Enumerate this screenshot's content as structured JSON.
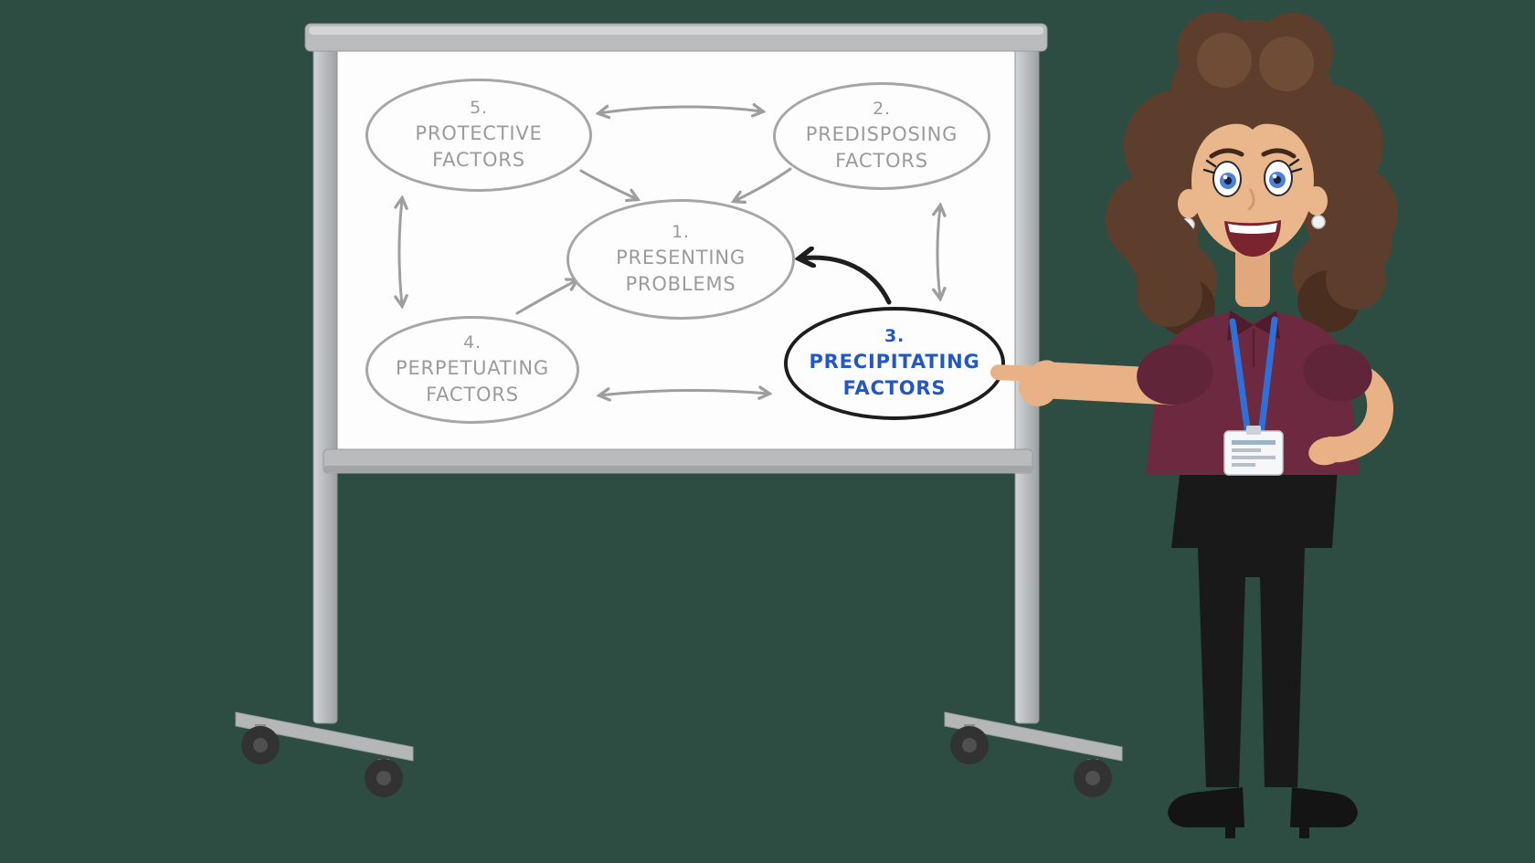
{
  "background_color": "#2d4c42",
  "whiteboard": {
    "frame_color": "#b9bbbd",
    "surface_color": "#fdfdfd"
  },
  "diagram": {
    "nodes": [
      {
        "id": "presenting-problems",
        "number": "1.",
        "line1": "PRESENTING",
        "line2": "PROBLEMS",
        "text_color": "#9b9b9b",
        "border_color": "#a6a6a6",
        "highlighted": false
      },
      {
        "id": "predisposing-factors",
        "number": "2.",
        "line1": "PREDISPOSING",
        "line2": "FACTORS",
        "text_color": "#9b9b9b",
        "border_color": "#a6a6a6",
        "highlighted": false
      },
      {
        "id": "precipitating-factors",
        "number": "3.",
        "line1": "PRECIPITATING",
        "line2": "FACTORS",
        "text_color": "#2257c5",
        "border_color": "#1d1d1d",
        "highlighted": true
      },
      {
        "id": "perpetuating-factors",
        "number": "4.",
        "line1": "PERPETUATING",
        "line2": "FACTORS",
        "text_color": "#9b9b9b",
        "border_color": "#a6a6a6",
        "highlighted": false
      },
      {
        "id": "protective-factors",
        "number": "5.",
        "line1": "PROTECTIVE",
        "line2": "FACTORS",
        "text_color": "#9b9b9b",
        "border_color": "#a6a6a6",
        "highlighted": false
      }
    ],
    "edges": [
      {
        "from": "protective-factors",
        "to": "predisposing-factors",
        "arrows": "both",
        "color": "#9e9e9e"
      },
      {
        "from": "protective-factors",
        "to": "presenting-problems",
        "arrows": "end",
        "color": "#9e9e9e"
      },
      {
        "from": "predisposing-factors",
        "to": "presenting-problems",
        "arrows": "end",
        "color": "#9e9e9e"
      },
      {
        "from": "protective-factors",
        "to": "perpetuating-factors",
        "arrows": "both",
        "color": "#9e9e9e"
      },
      {
        "from": "predisposing-factors",
        "to": "precipitating-factors",
        "arrows": "both",
        "color": "#9e9e9e"
      },
      {
        "from": "perpetuating-factors",
        "to": "presenting-problems",
        "arrows": "end",
        "color": "#9e9e9e"
      },
      {
        "from": "perpetuating-factors",
        "to": "precipitating-factors",
        "arrows": "both",
        "color": "#9e9e9e"
      },
      {
        "from": "precipitating-factors",
        "to": "presenting-problems",
        "arrows": "end",
        "color": "#1e1e1e",
        "emphasis": true
      }
    ]
  },
  "presenter": {
    "description": "Cartoon woman with brown curly hair, maroon polo shirt, blue lanyard with ID badge, black trousers and heels, pointing at the highlighted precipitating-factors ellipse",
    "shirt_color": "#6d2940",
    "lanyard_color": "#2f6fd8",
    "hair_color": "#5d3e2c",
    "skin_color": "#eab68c",
    "trousers_color": "#191919"
  }
}
